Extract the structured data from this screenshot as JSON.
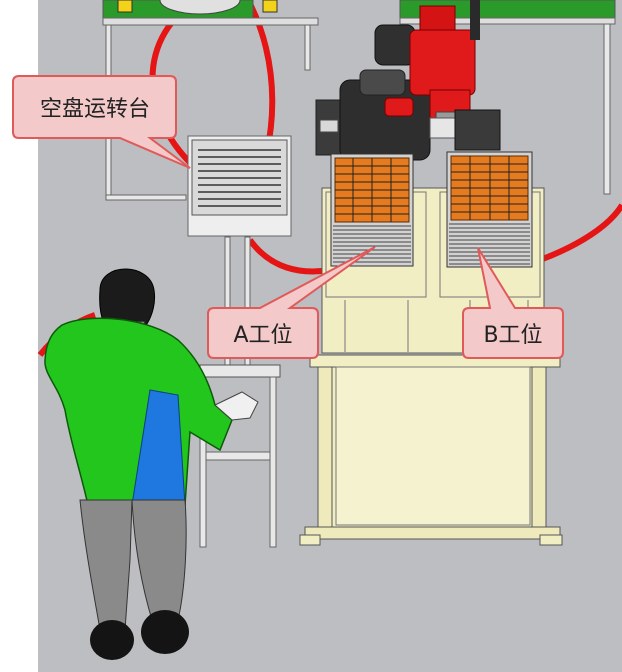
{
  "callouts": {
    "empty_tray_turntable": "空盘运转台",
    "station_a": "A工位",
    "station_b": "B工位"
  },
  "colors": {
    "floor": "#bcbec1",
    "callout_fill": "#f3c9c9",
    "callout_border": "#e05a5a",
    "conveyor_ring": "#e51515",
    "robot_red": "#e0191b",
    "tray_orange": "#e57a1f",
    "frame_cream": "#f1eec4",
    "shirt_green": "#22c61c",
    "apron_blue": "#1e78e0"
  }
}
